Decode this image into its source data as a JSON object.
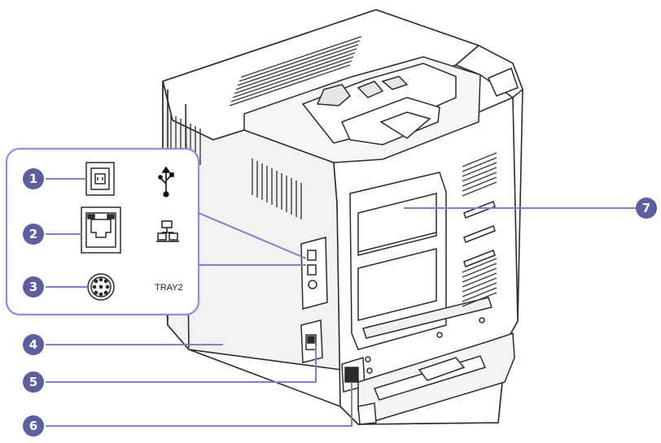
{
  "colors": {
    "callout": "#5b5f9e",
    "callout_line": "#7d81c7",
    "inset_border": "#8d90d6",
    "outline": "#2b2b2b",
    "body_fill": "#ffffff",
    "shade": "#e6e6e6",
    "vent": "#3a3a3a"
  },
  "inset": {
    "usb_icon": "usb-symbol-icon",
    "network_icon": "network-computers-icon",
    "tray_label": "TRAY2"
  },
  "callouts": [
    {
      "number": "1",
      "target": "usb-port"
    },
    {
      "number": "2",
      "target": "network-port"
    },
    {
      "number": "3",
      "target": "tray2-connector"
    },
    {
      "number": "4",
      "target": "printer-base"
    },
    {
      "number": "5",
      "target": "power-switch"
    },
    {
      "number": "6",
      "target": "power-receptacle"
    },
    {
      "number": "7",
      "target": "rear-cover"
    }
  ]
}
